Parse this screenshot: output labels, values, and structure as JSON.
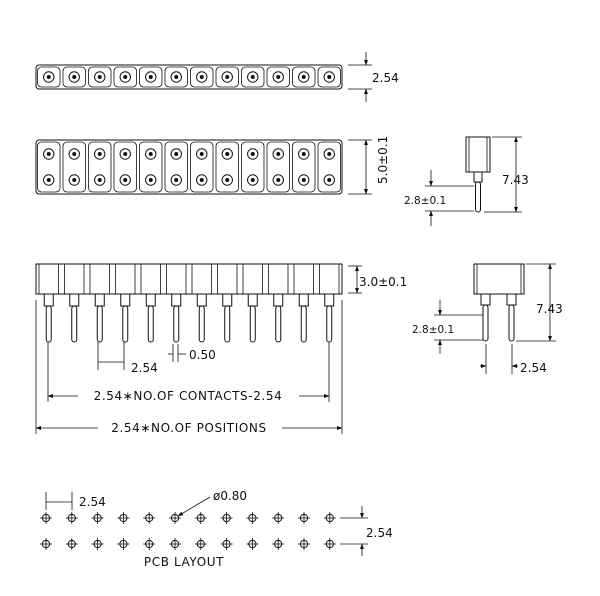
{
  "strip_top": {
    "positions": 12,
    "height_label": "2.54"
  },
  "strip_double": {
    "positions": 12,
    "height_label": "5.0±0.1"
  },
  "side_single": {
    "height_label": "7.43",
    "pin_label": "2.8±0.1"
  },
  "strip_side": {
    "positions": 12,
    "body_label": "3.0±0.1",
    "pitch_label": "2.54",
    "pin_width_label": "0.50",
    "contacts_label": "2.54∗NO.OF CONTACTS-2.54",
    "positions_label": "2.54∗NO.OF POSITIONS"
  },
  "side_double": {
    "height_label": "7.43",
    "pin_label": "2.8±0.1",
    "pitch_label": "2.54"
  },
  "pcb": {
    "title": "PCB LAYOUT",
    "pitch_label": "2.54",
    "hole_label": "ø0.80",
    "row_label": "2.54",
    "positions": 12
  }
}
